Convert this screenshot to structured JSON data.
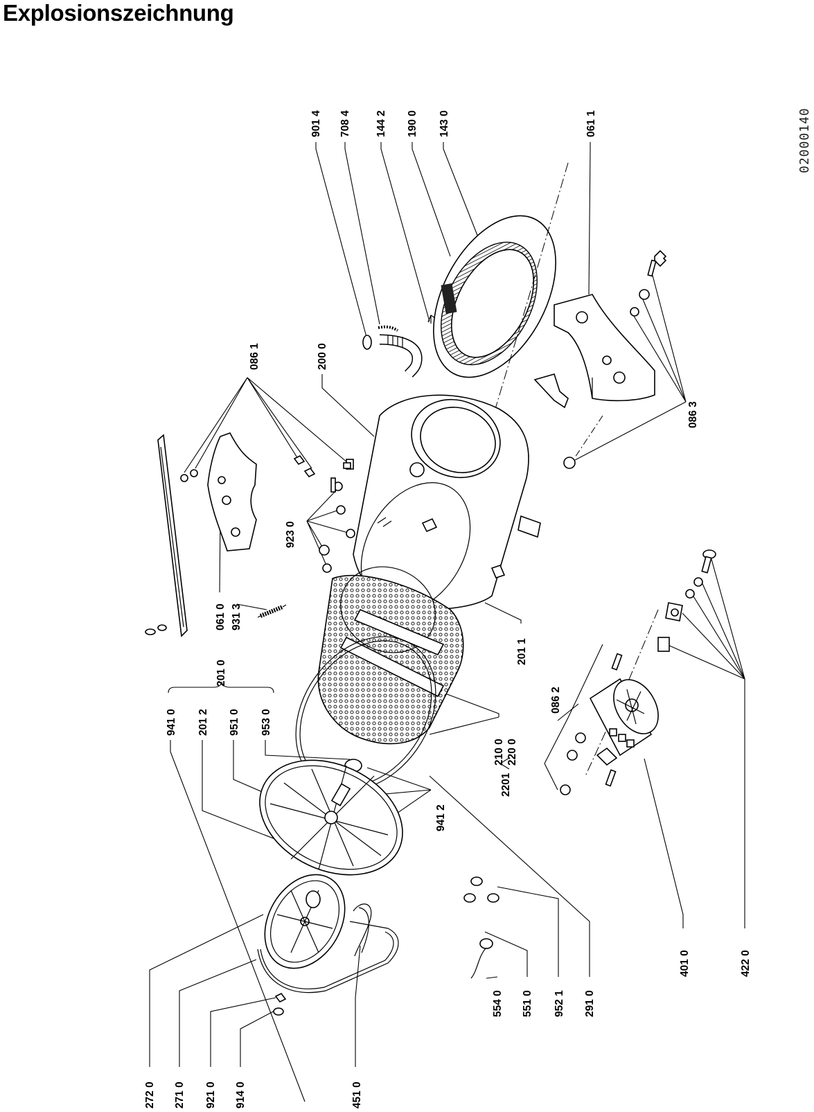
{
  "title": "Explosionszeichnung",
  "document_id": "02000140",
  "part_numbers": {
    "p9014": "901 4",
    "p7084": "708 4",
    "p1442": "144 2",
    "p1900": "190 0",
    "p1430": "143 0",
    "p0611": "061 1",
    "p0861": "086 1",
    "p2000": "200 0",
    "p0863": "086 3",
    "p9230": "923 0",
    "p0610": "061 0",
    "p9313": "931 3",
    "p2010": "201 0",
    "p2011": "201 1",
    "p0862": "086 2",
    "p9410": "941 0",
    "p2012": "201 2",
    "p9510": "951 0",
    "p9530": "953 0",
    "p2100": "210 0",
    "p2200": "220 0",
    "p2201": "2201",
    "p9412": "941 2",
    "p4010": "401 0",
    "p4220": "422 0",
    "p5540": "554 0",
    "p5510": "551 0",
    "p9521": "952 1",
    "p2910": "291 0",
    "p2720": "272 0",
    "p2710": "271 0",
    "p9210": "921 0",
    "p9140": "914 0",
    "p4510": "451 0"
  }
}
